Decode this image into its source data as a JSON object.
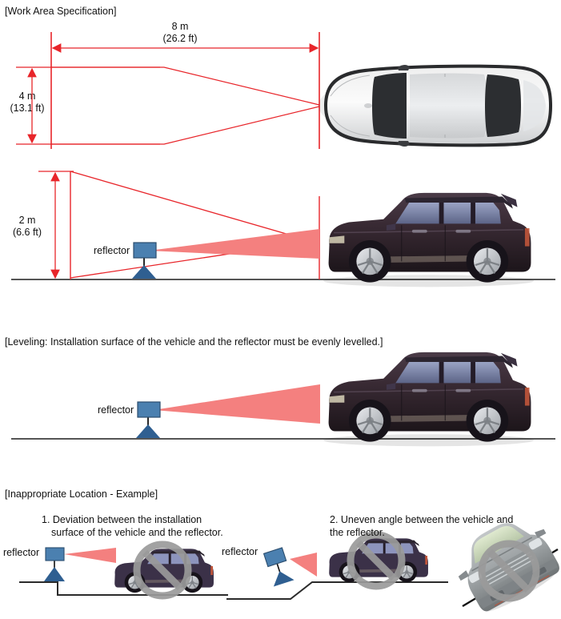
{
  "document": {
    "title_work_area": "[Work Area Specification]",
    "title_leveling": "[Leveling: Installation surface of the vehicle and the reflector must be evenly levelled.]",
    "title_inappropriate": "[Inappropriate Location - Example]"
  },
  "colors": {
    "dimension_red": "#e8252a",
    "beam_pink": "#f4807f",
    "reflector_blue": "#4b80b0",
    "reflector_base_blue": "#2f5f91",
    "ground_gray": "#555555",
    "prohibit_gray": "#9a9a9a",
    "suv_body": "#3a2b33",
    "sedan_body": "#d8d9db",
    "ramp_car_body": "#9ba0a2"
  },
  "topview": {
    "width_label_m": "8 m",
    "width_label_ft": "(26.2 ft)",
    "height_label_m": "4 m",
    "height_label_ft": "(13.1 ft)",
    "vehicle": "sedan-top-view"
  },
  "sideview": {
    "height_label_m": "2 m",
    "height_label_ft": "(6.6 ft)",
    "reflector_label": "reflector",
    "vehicle": "suv-side-view"
  },
  "leveling": {
    "reflector_label": "reflector",
    "vehicle": "suv-side-view"
  },
  "inappropriate": {
    "examples": [
      {
        "number": "1.",
        "text_line1": "1. Deviation between the installation",
        "text_line2": "surface of the vehicle and the reflector.",
        "reflector_label": "reflector",
        "vehicle": "suv-side-view",
        "marker": "prohibited"
      },
      {
        "number": "2.",
        "text_line1": "2. Uneven angle between the vehicle and",
        "text_line2": "the reflector.",
        "reflector_label": "reflector",
        "vehicle": "suv-side-view",
        "vehicle_secondary": "car-front-view-on-slope",
        "marker": "prohibited"
      }
    ]
  }
}
